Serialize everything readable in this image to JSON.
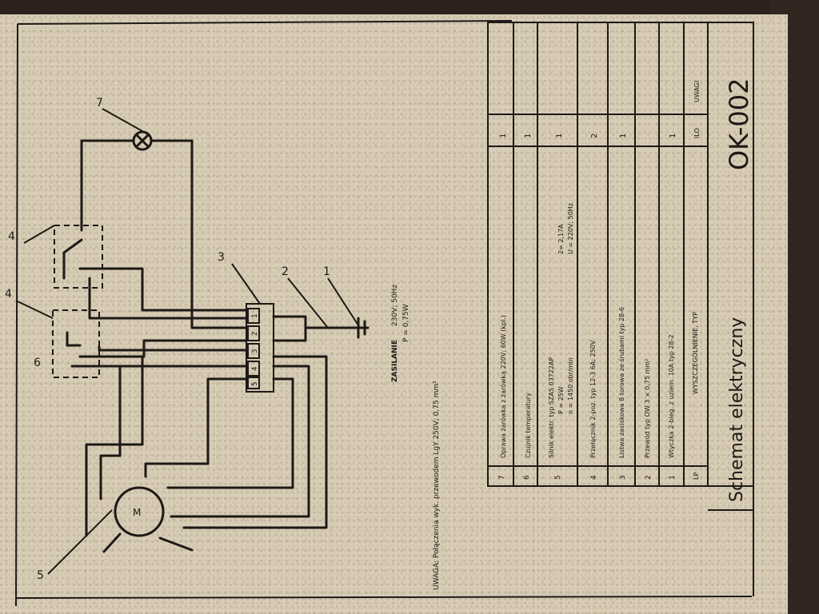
{
  "title_block": {
    "title": "Schemat elektryczny",
    "drawing_number": "OK-002",
    "col_qty": "ILO",
    "col_remarks": "UWAGI"
  },
  "parts": [
    {
      "pos": "7",
      "desc": "Oprawa żarówka z żarówką 220V; 60W (kpl.)",
      "qty": "1"
    },
    {
      "pos": "6",
      "desc": "Czujnik temperatury",
      "qty": "1"
    },
    {
      "pos": "5",
      "desc": "Silnik elektr. typ SZAS 03722AP",
      "qty": "1"
    },
    {
      "pos": "4",
      "desc": "Przełącznik 2-poz. typ 12-3   6A; 250V",
      "qty": "2"
    },
    {
      "pos": "3",
      "desc": "Listwa zaciskowa 8 torowa ze śrubami typ 28-6",
      "qty": "1"
    },
    {
      "pos": "2",
      "desc": "Przewód typ OW 3 × 0,75 mm²",
      "qty": ""
    },
    {
      "pos": "1",
      "desc": "Wtyczka 2-bieg. z uziem. 10A typ 28-2",
      "qty": "1"
    },
    {
      "pos": "LP",
      "desc": "WYSZCZEGÓLNIENIE, TYP",
      "qty": "ILO"
    }
  ],
  "notes": {
    "uwaga": "UWAGA: Połączenia wyk. przewodem LgY 250V; 0,75 mm²",
    "zasilanie_label": "ZASILANIE",
    "zasilanie_line1": "230V; 50Hz",
    "zasilanie_line2": "P = 0,75W",
    "motor_params_1": "2= 2,17A",
    "motor_params_2": "U = 220V; 50Hz",
    "motor_params_3": "P = 25W",
    "motor_params_4": "n = 1450 obr/min"
  },
  "callouts": {
    "c1": "1",
    "c2": "2",
    "c3": "3",
    "c4": "4",
    "c5": "5",
    "c6": "6",
    "c7": "7"
  },
  "terminal_marks": [
    "1",
    "2",
    "3",
    "4",
    "5"
  ]
}
